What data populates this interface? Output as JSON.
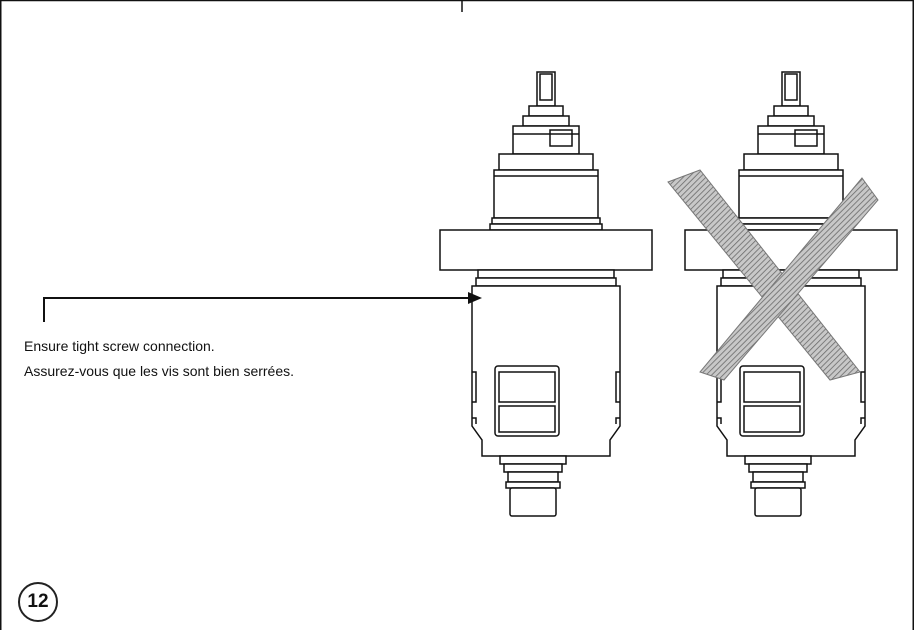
{
  "instruction": {
    "line_en": "Ensure tight screw connection.",
    "line_fr": "Assurez-vous que les vis sont bien serrées."
  },
  "step": {
    "number": "12"
  },
  "colors": {
    "line": "#111111",
    "hatch": "#9a9a9a",
    "background": "#ffffff"
  },
  "icons": {
    "badge": "step-number-circle",
    "cross": "incorrect-x-mark"
  }
}
